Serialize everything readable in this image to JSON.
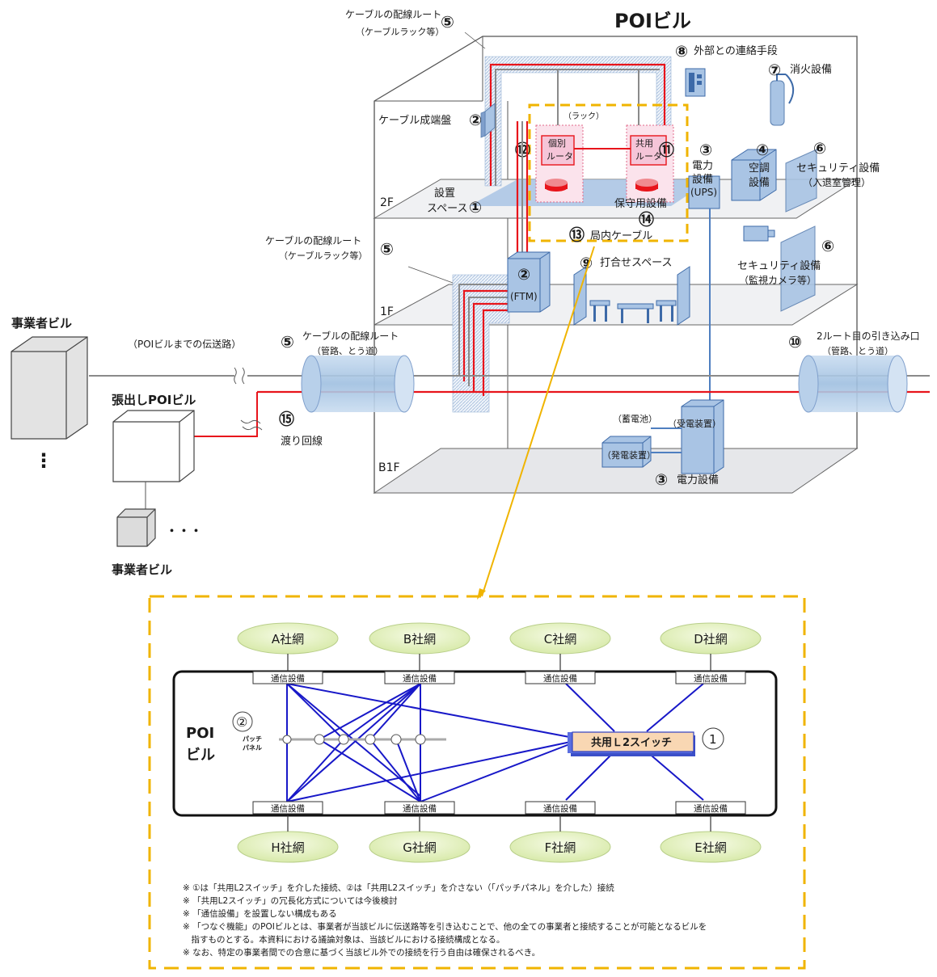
{
  "title": "POIビル",
  "floors": {
    "f2": "2F",
    "f1": "1F",
    "b1": "B1F"
  },
  "labels": {
    "route_top_1": "ケーブルの配線ルート",
    "route_top_2": "（ケーブルラック等）",
    "route_top_num": "⑤",
    "cable_panel": "ケーブル成端盤",
    "cable_panel_num": "②",
    "rack": "（ラック）",
    "indiv_router_1": "個別",
    "indiv_router_2": "ルータ",
    "indiv_router_num": "⑫",
    "shared_router_1": "共用",
    "shared_router_2": "ルータ",
    "shared_router_num": "⑪",
    "install_space_1": "設置",
    "install_space_2": "スペース",
    "install_space_num": "①",
    "maint_equipment": "保守用設備",
    "maint_equipment_num": "⑭",
    "station_cable": "局内ケーブル",
    "station_cable_num": "⑬",
    "ext_comm": "外部との連絡手段",
    "ext_comm_num": "⑧",
    "fire": "消火設備",
    "fire_num": "⑦",
    "power_2f_1": "電力",
    "power_2f_2": "設備",
    "power_2f_3": "(UPS)",
    "power_2f_num": "③",
    "ac_1": "空調",
    "ac_2": "設備",
    "ac_num": "④",
    "sec1_1": "セキュリティ設備",
    "sec1_2": "（入退室管理）",
    "sec1_num": "⑥",
    "route_mid_1": "ケーブルの配線ルート",
    "route_mid_2": "（ケーブルラック等）",
    "route_mid_num": "⑤",
    "ftm": "(FTM)",
    "ftm_num": "②",
    "meeting": "打合せスペース",
    "meeting_num": "⑨",
    "sec2_1": "セキュリティ設備",
    "sec2_2": "（監視カメラ等）",
    "sec2_num": "⑥",
    "route_low_1": "ケーブルの配線ルート",
    "route_low_2": "（管路、とう道）",
    "route_low_num": "⑤",
    "second_route_1": "2ルート目の引き込み口",
    "second_route_2": "（管路、とう道）",
    "second_route_num": "⑩",
    "operator_bldg_top": "事業者ビル",
    "transmission": "（POIビルまでの伝送路）",
    "extended_poi": "張出しPOIビル",
    "crossing_line": "渡り回線",
    "crossing_line_num": "⑮",
    "battery": "（蓄電池）",
    "receiver": "（受電装置）",
    "generator": "（発電装置）",
    "power_b1": "電力設備",
    "power_b1_num": "③",
    "operator_bldg_bottom": "事業者ビル",
    "vdots": "⋮",
    "hdots": "・・・"
  },
  "networks_top": [
    "A社網",
    "B社網",
    "C社網",
    "D社網"
  ],
  "networks_bottom": [
    "H社網",
    "G社網",
    "F社網",
    "E社網"
  ],
  "comm_equipment": "通信設備",
  "poi_1": "POI",
  "poi_2": "ビル",
  "patch_num": "②",
  "patch_1": "パッチ",
  "patch_2": "パネル",
  "l2_switch": "共用Ｌ2スイッチ",
  "l2_switch_num": "1",
  "notes": [
    "※ ①は「共用L2スイッチ」を介した接続、②は「共用L2スイッチ」を介さない（「パッチパネル」を介した）接続",
    "※ 「共用L2スイッチ」の冗長化方式については今後検討",
    "※ 「通信設備」を設置しない構成もある",
    "※ 「つなぐ機能」のPOIビルとは、事業者が当該ビルに伝送路等を引き込むことで、他の全ての事業者と接続することが可能となるビルを",
    "　指すものとする。本資料における議論対象は、当該ビルにおける接続構成となる。",
    "※ なお、特定の事業者間での合意に基づく当該ビル外での接続を行う自由は確保されるべき。"
  ],
  "colors": {
    "red_line": "#e8141b",
    "blue_line": "#1818c8",
    "equipment_blue": "#a9c4e4",
    "gold_dash": "#f0b400",
    "network_green": "#e6f2c4",
    "switch_orange": "#f9d7b3"
  }
}
